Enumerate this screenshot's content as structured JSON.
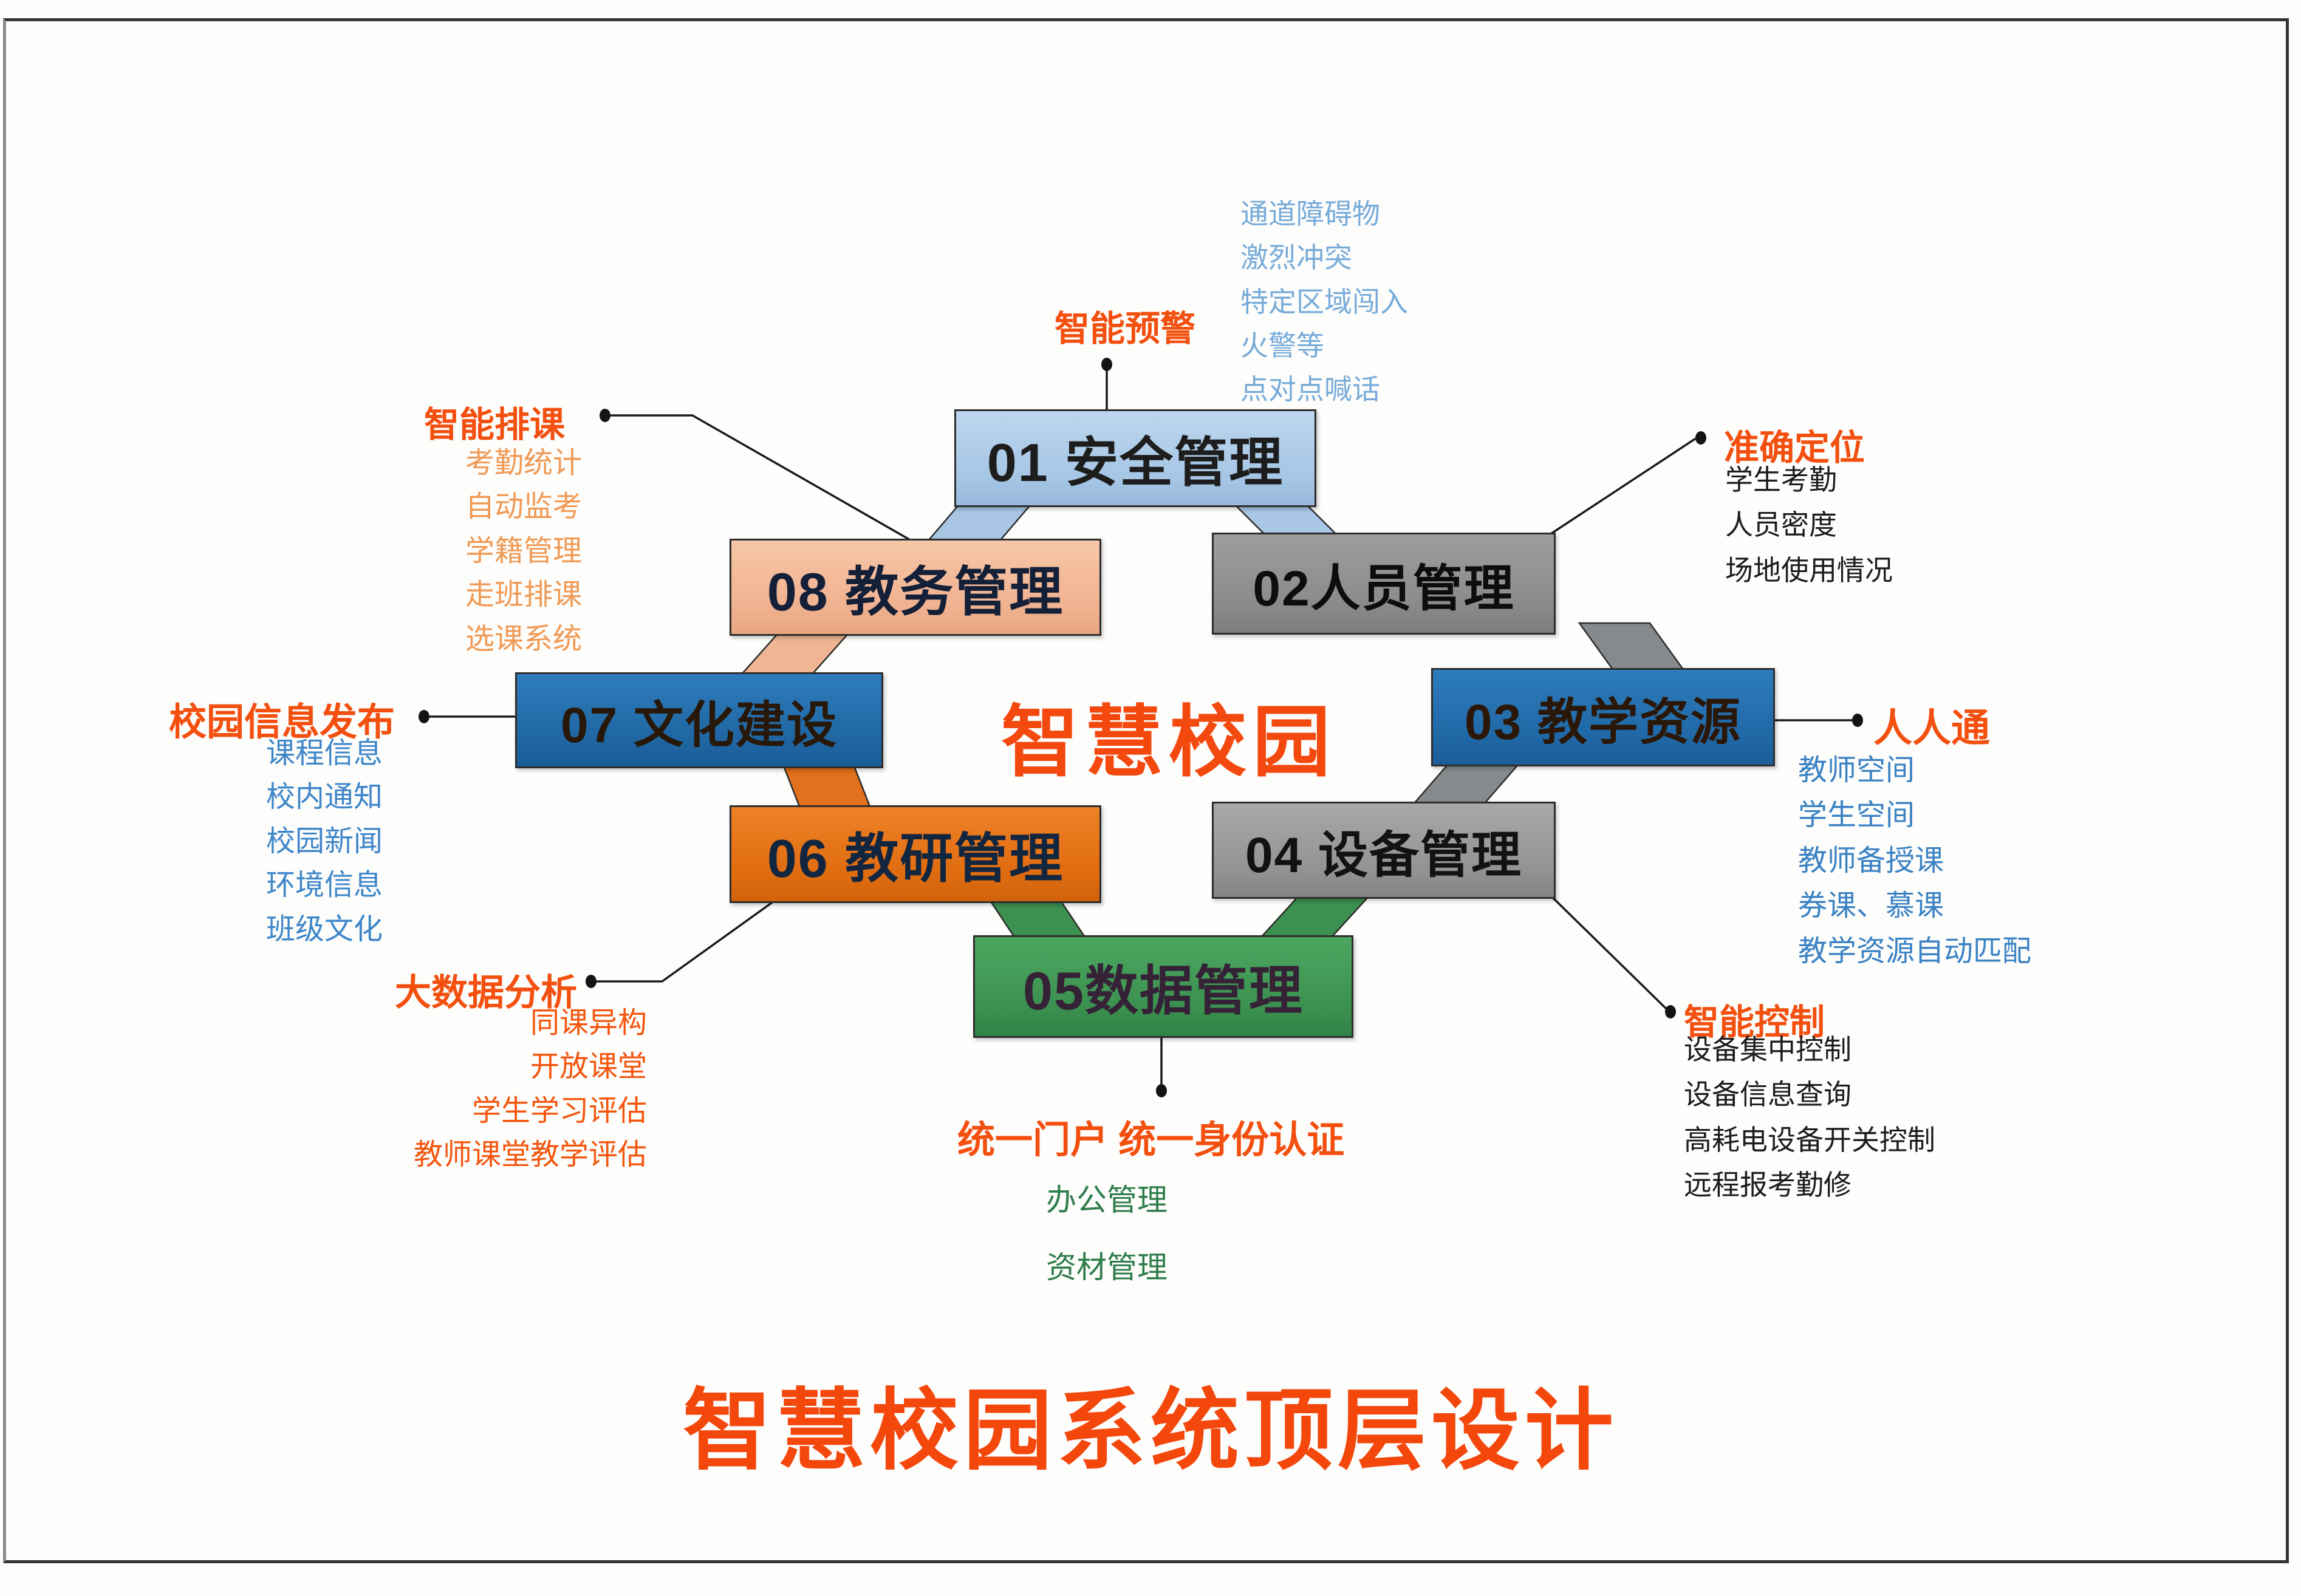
{
  "page_title": "智慧校园系统顶层设计",
  "center_label": "智慧校园",
  "modules": [
    {
      "id": "01",
      "label": "01 安全管理",
      "color": "#a9c8e8"
    },
    {
      "id": "02",
      "label": "02人员管理",
      "color": "#909090"
    },
    {
      "id": "03",
      "label": "03 教学资源",
      "color": "#2471b1"
    },
    {
      "id": "04",
      "label": "04 设备管理",
      "color": "#989898"
    },
    {
      "id": "05",
      "label": "05数据管理",
      "color": "#3f9a54"
    },
    {
      "id": "06",
      "label": "06 教研管理",
      "color": "#e5711a"
    },
    {
      "id": "07",
      "label": "07 文化建设",
      "color": "#2471b1"
    },
    {
      "id": "08",
      "label": "08 教务管理",
      "color": "#f2b795"
    }
  ],
  "callouts": {
    "top": {
      "title": "智能预警",
      "items": [
        "通道障碍物",
        "激烈冲突",
        "特定区域闯入",
        "火警等",
        "点对点喊话"
      ],
      "item_color": "#77abd9"
    },
    "right_top": {
      "title": "准确定位",
      "items": [
        "学生考勤",
        "人员密度",
        "场地使用情况"
      ],
      "item_color": "#1c1c1c"
    },
    "right": {
      "title": "人人通",
      "items": [
        "教师空间",
        "学生空间",
        "教师备授课",
        "券课、慕课",
        "教学资源自动匹配"
      ],
      "item_color": "#3b82c4"
    },
    "right_bottom": {
      "title": "智能控制",
      "items": [
        "设备集中控制",
        "设备信息查询",
        "高耗电设备开关控制",
        "远程报考勤修"
      ],
      "item_color": "#1c1c1c"
    },
    "bottom": {
      "title": "统一门户 统一身份认证",
      "items": [
        "办公管理",
        "资材管理"
      ],
      "item_color": "#2f7d4b"
    },
    "left_bottom": {
      "title": "大数据分析",
      "items": [
        "同课异构",
        "开放课堂",
        "学生学习评估",
        "教师课堂教学评估"
      ],
      "item_color": "#f4560e"
    },
    "left": {
      "title": "校园信息发布",
      "items": [
        "课程信息",
        "校内通知",
        "校园新闻",
        "环境信息",
        "班级文化"
      ],
      "item_color": "#3f86c9"
    },
    "left_top": {
      "title": "智能排课",
      "items": [
        "考勤统计",
        "自动监考",
        "学籍管理",
        "走班排课",
        "选课系统"
      ],
      "item_color": "#f09a55"
    }
  },
  "accent_color": "#f3500f",
  "connector_color": "#1a1a1a"
}
